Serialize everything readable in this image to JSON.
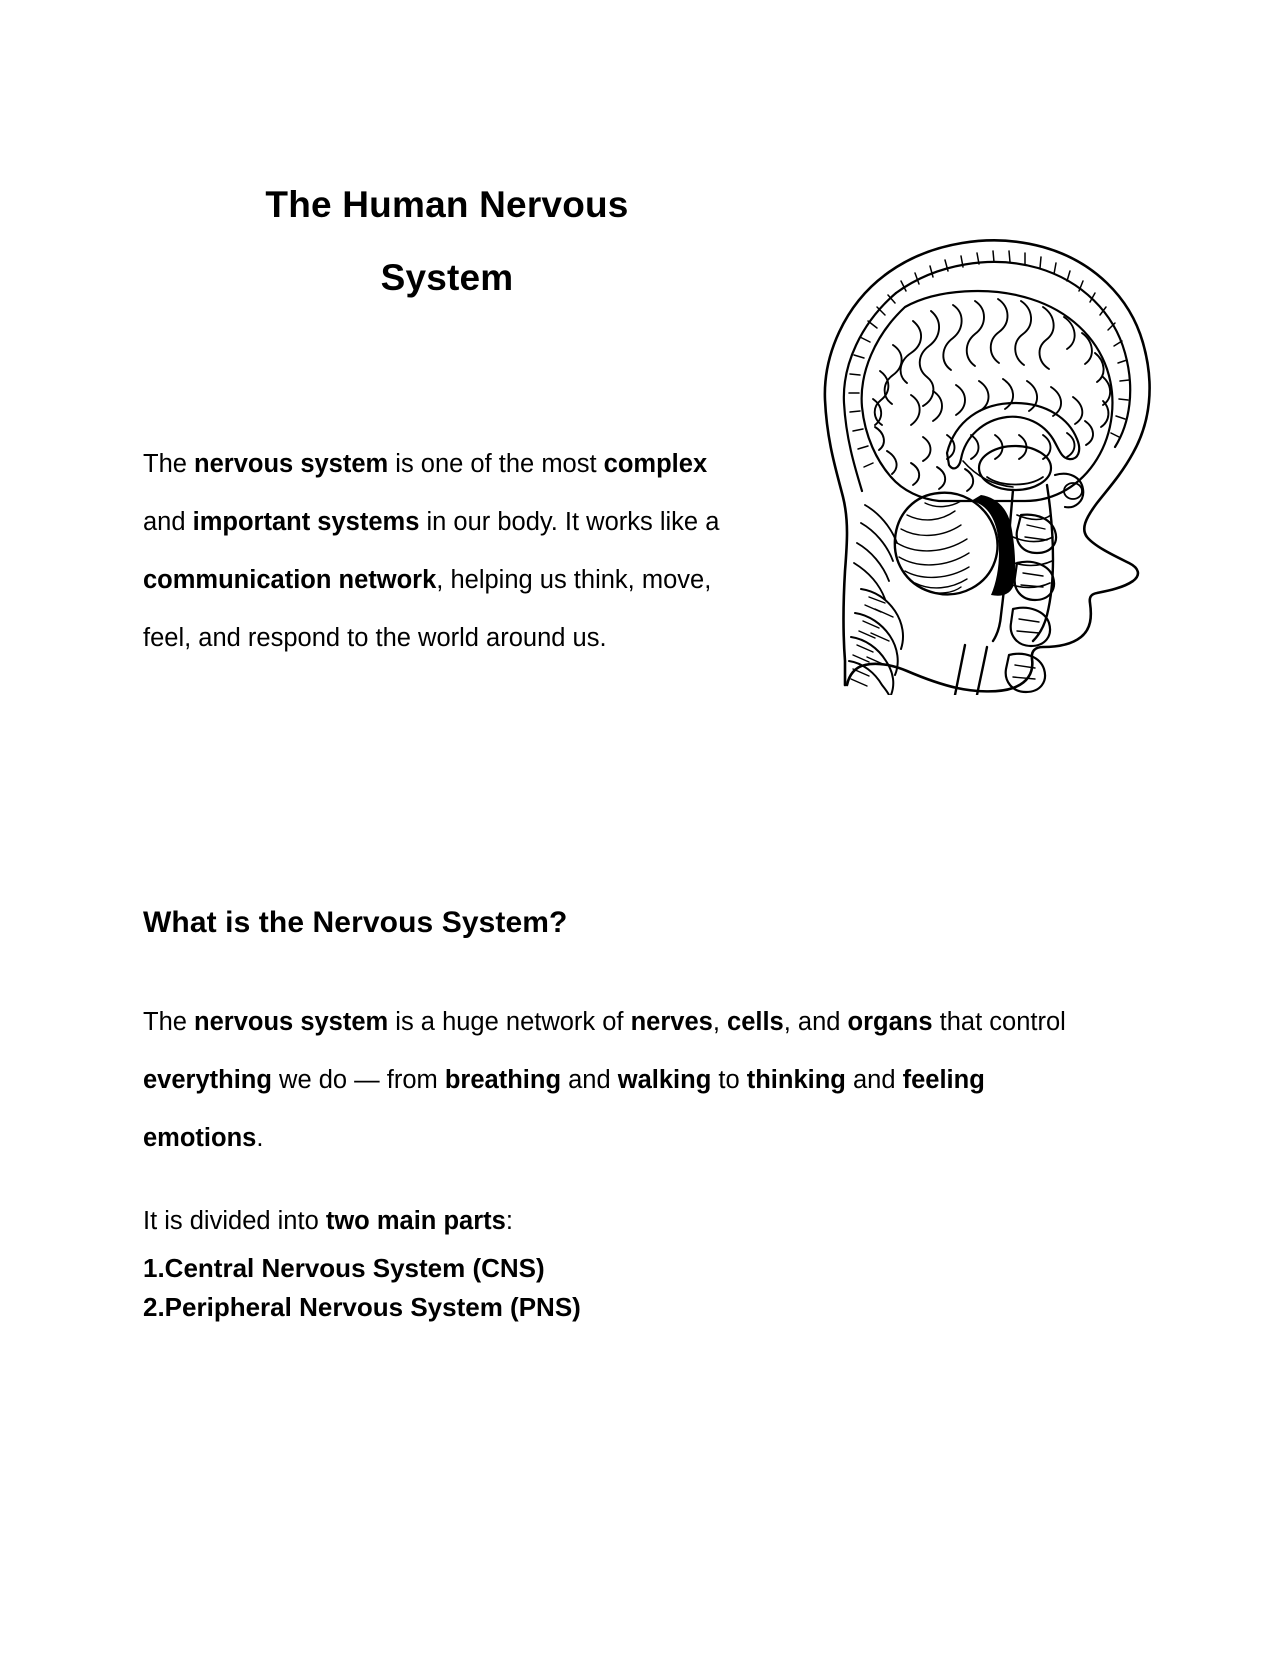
{
  "document": {
    "title_lines": [
      "The Human Nervous System"
    ],
    "title_line_1": "The Human Nervous",
    "title_line_2": "System"
  },
  "intro_paragraph": {
    "segments": [
      {
        "text": "The ",
        "bold": false
      },
      {
        "text": "nervous system",
        "bold": true
      },
      {
        "text": " is one of the most ",
        "bold": false
      },
      {
        "text": "complex",
        "bold": true
      },
      {
        "text": " and ",
        "bold": false
      },
      {
        "text": "important systems",
        "bold": true
      },
      {
        "text": " in our body. It works like a ",
        "bold": false
      },
      {
        "text": "communication network",
        "bold": true
      },
      {
        "text": ", helping us think, move, feel, and respond to the world around us.",
        "bold": false
      }
    ]
  },
  "section": {
    "heading": "What is the Nervous System?",
    "paragraph_segments": [
      {
        "text": "The ",
        "bold": false
      },
      {
        "text": "nervous system",
        "bold": true
      },
      {
        "text": " is a huge network of ",
        "bold": false
      },
      {
        "text": "nerves",
        "bold": true
      },
      {
        "text": ", ",
        "bold": false
      },
      {
        "text": "cells",
        "bold": true
      },
      {
        "text": ", and ",
        "bold": false
      },
      {
        "text": "organs",
        "bold": true
      },
      {
        "text": " that control ",
        "bold": false
      },
      {
        "text": "everything",
        "bold": true
      },
      {
        "text": " we do — from ",
        "bold": false
      },
      {
        "text": "breathing",
        "bold": true
      },
      {
        "text": " and ",
        "bold": false
      },
      {
        "text": "walking",
        "bold": true
      },
      {
        "text": " to ",
        "bold": false
      },
      {
        "text": "thinking",
        "bold": true
      },
      {
        "text": " and ",
        "bold": false
      },
      {
        "text": "feeling emotions",
        "bold": true
      },
      {
        "text": ".",
        "bold": false
      }
    ],
    "divided_segments": [
      {
        "text": "It is divided into ",
        "bold": false
      },
      {
        "text": "two main parts",
        "bold": true
      },
      {
        "text": ":",
        "bold": false
      }
    ],
    "list_items": [
      "1.Central Nervous System (CNS)",
      "2.Peripheral Nervous System (PNS)"
    ]
  },
  "illustration": {
    "name": "human-head-brain-sagittal-diagram",
    "description": "Black and white line drawing of a human head in profile showing a sagittal cross-section of the brain, cerebellum, brainstem and spinal cord with vertebrae",
    "stroke_color": "#000000",
    "fill_color": "#ffffff"
  },
  "colors": {
    "page_background": "#ffffff",
    "text": "#000000"
  }
}
